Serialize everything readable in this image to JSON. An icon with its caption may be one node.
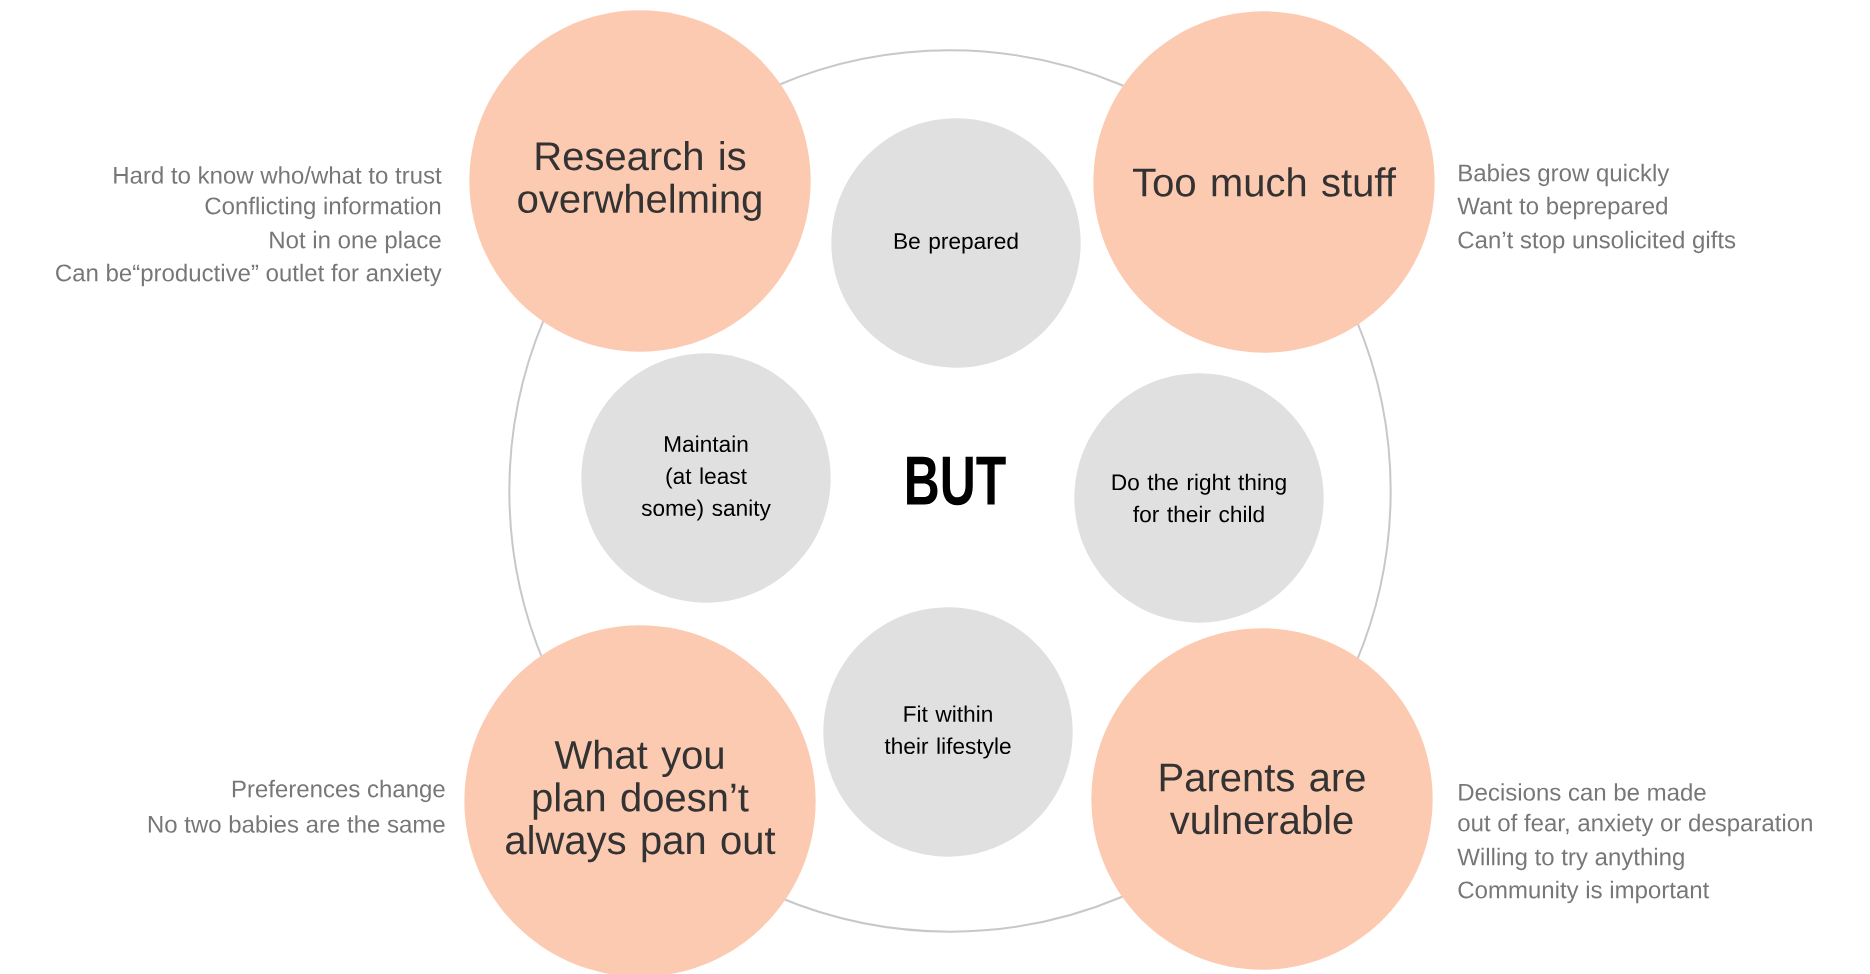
{
  "diagram": {
    "nodes": [
      {
        "text": [],
        "shape": "circle"
      },
      {
        "text": [
          "Research is overwhelming"
        ],
        "beside": [
          "Hard to know who/what to trust",
          "Conflicting information",
          "Not in one place",
          "Can be“productive” outlet for anxiety"
        ]
      },
      {
        "text": [
          "Be prepared"
        ],
        "in": 0
      },
      {
        "text": [
          "Too much stuff"
        ],
        "beside": [
          "Babies grow quickly",
          "Want to beprepared",
          "Can’t stop unsolicited gifts"
        ]
      },
      {
        "text": [
          "Maintain (at least some) sanity"
        ],
        "in": 0
      },
      {
        "text": [
          "Do the right thing for their child"
        ],
        "in": 0
      },
      {
        "text": [
          "Fit within their lifestyle"
        ],
        "in": 0
      },
      {
        "text": [
          "What you plan doesn’t always pan out"
        ],
        "beside": [
          "Preferences change",
          "No two babies are the same"
        ]
      },
      {
        "text": [
          "Parents are vulnerable"
        ],
        "beside": [
          "Decisions can be made",
          "out of fear, anxiety or desparation",
          "Willing to try anything",
          "Community is important"
        ]
      }
    ],
    "labels": [
      "BUT"
    ]
  }
}
